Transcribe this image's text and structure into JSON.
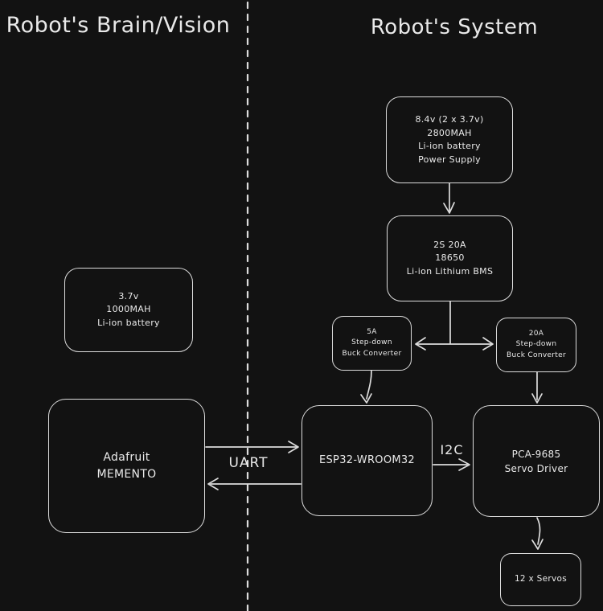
{
  "titles": {
    "left": "Robot's Brain/Vision",
    "right": "Robot's System"
  },
  "nodes": {
    "power_supply": {
      "label": "8.4v (2 x 3.7v)\n2800MAH\nLi-ion battery\nPower Supply"
    },
    "bms": {
      "label": "2S 20A\n18650\nLi-ion Lithium BMS"
    },
    "buck_5a": {
      "label": "5A\nStep-down\nBuck Converter"
    },
    "buck_20a": {
      "label": "20A\nStep-down\nBuck Converter"
    },
    "battery_3v7": {
      "label": "3.7v\n1000MAH\nLi-ion battery"
    },
    "memento": {
      "label": "Adafruit\nMEMENTO"
    },
    "esp32": {
      "label": "ESP32-WROOM32"
    },
    "pca9685": {
      "label": "PCA-9685\nServo Driver"
    },
    "servos": {
      "label": "12 x Servos"
    }
  },
  "edge_labels": {
    "uart": "UART",
    "i2c": "I2C"
  },
  "colors": {
    "background": "#121212",
    "stroke": "#dcdcdc",
    "text": "#e9e9e9"
  }
}
